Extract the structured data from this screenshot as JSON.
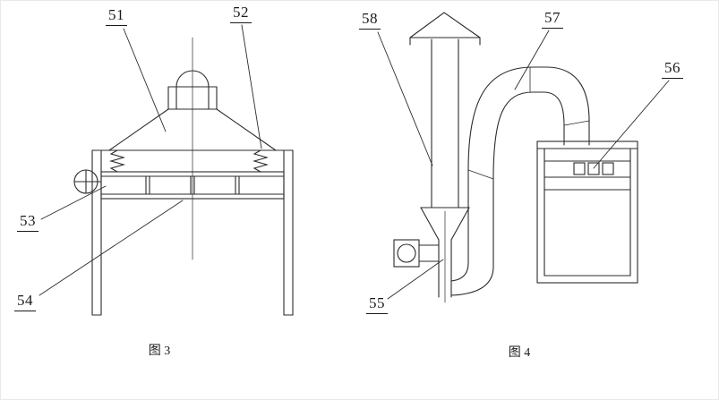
{
  "page": {
    "background": "#ffffff",
    "border_color": "#e9e9e9"
  },
  "drawing": {
    "stroke_color": "#2b2b2b"
  },
  "figure3": {
    "caption": "图 3",
    "labels": {
      "l51": "51",
      "l52": "52",
      "l53": "53",
      "l54": "54"
    }
  },
  "figure4": {
    "caption": "图 4",
    "labels": {
      "l55": "55",
      "l56": "56",
      "l57": "57",
      "l58": "58"
    }
  }
}
